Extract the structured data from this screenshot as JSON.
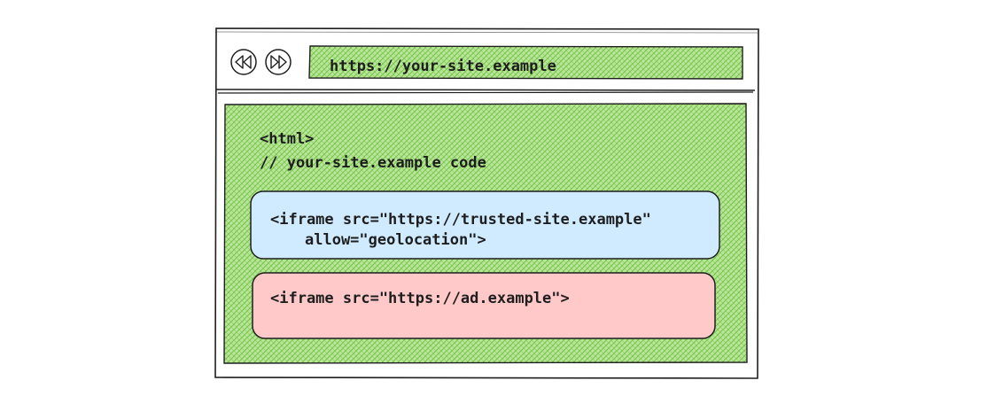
{
  "browser": {
    "url": "https://your-site.example",
    "back_icon": "rewind-icon",
    "forward_icon": "fast-forward-icon"
  },
  "page": {
    "code_line_1": "<html>",
    "code_line_2": "// your-site.example code"
  },
  "iframe_trusted": {
    "line_1": "<iframe src=\"https://trusted-site.example\"",
    "line_2": "allow=\"geolocation\">"
  },
  "iframe_ad": {
    "line_1": "<iframe src=\"https://ad.example\">"
  },
  "colors": {
    "page_fill": "#b2f2bb",
    "page_hatch": "#40c057",
    "trusted_fill": "#d0ebff",
    "ad_fill": "#ffc9c9",
    "stroke": "#1e1e1e"
  }
}
